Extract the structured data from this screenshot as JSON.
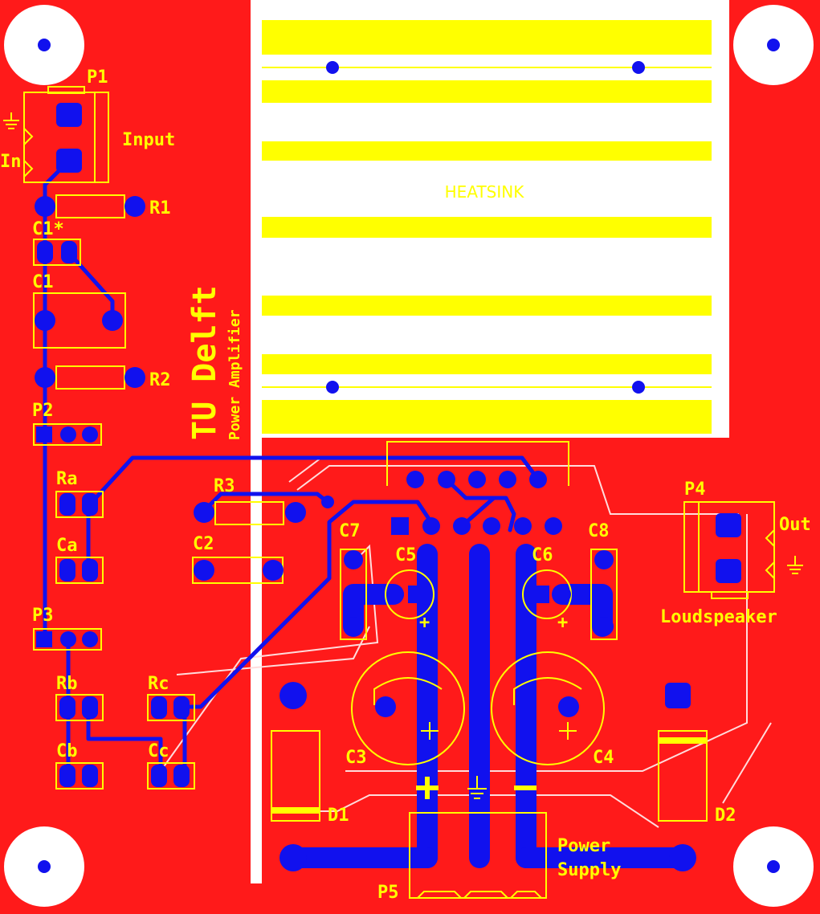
{
  "colors": {
    "board": "#ff1a1a",
    "copper": "#1111ee",
    "silkscreen": "#ffff00",
    "keepout": "#ffffff"
  },
  "labels": {
    "p1": "P1",
    "input": "Input",
    "in": "In",
    "r1": "R1",
    "c1star": "C1*",
    "c1": "C1",
    "r2": "R2",
    "p2": "P2",
    "ra": "Ra",
    "ca": "Ca",
    "p3": "P3",
    "rb": "Rb",
    "cb": "Cb",
    "rc": "Rc",
    "cc": "Cc",
    "r3": "R3",
    "c2": "C2",
    "c7": "C7",
    "c5": "C5",
    "c6": "C6",
    "c8": "C8",
    "p4": "P4",
    "out": "Out",
    "loudspeaker": "Loudspeaker",
    "c3": "C3",
    "c4": "C4",
    "d1": "D1",
    "d2": "D2",
    "p5": "P5",
    "power": "Power",
    "supply": "Supply",
    "heatsink": "HEATSINK",
    "tu_delft": "TU Delft",
    "power_amplifier": "Power Amplifier",
    "plus": "+",
    "minus": "−"
  },
  "icons": [
    "mounting-hole-icon",
    "ground-symbol-icon",
    "polarity-plus-icon"
  ]
}
